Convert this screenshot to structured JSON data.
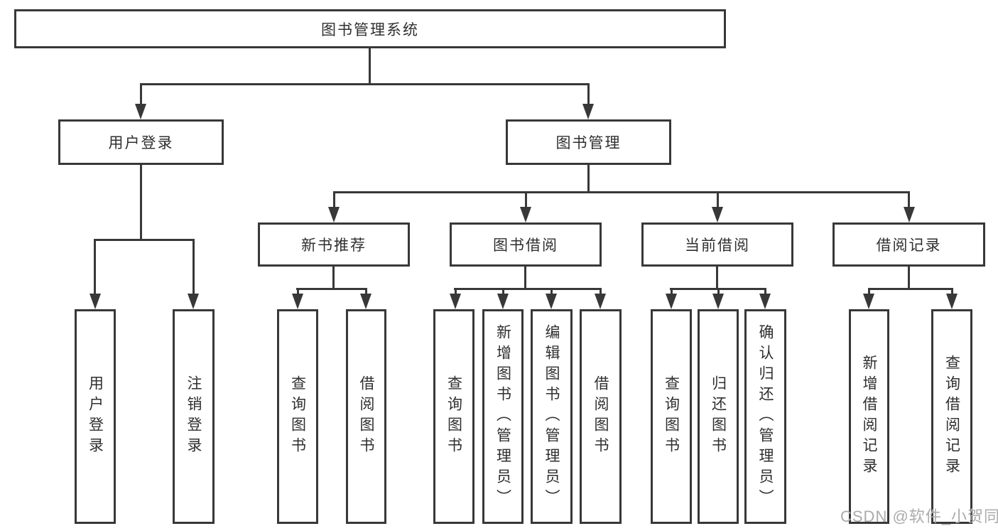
{
  "diagram": {
    "root": "图书管理系统",
    "level2": {
      "user_login": "用户登录",
      "book_mgmt": "图书管理"
    },
    "level3": {
      "new_books": "新书推荐",
      "book_borrow": "图书借阅",
      "current_borrow": "当前借阅",
      "borrow_records": "借阅记录"
    },
    "leaves": {
      "user_login": [
        "用户登录",
        "注销登录"
      ],
      "new_books": [
        "查询图书",
        "借阅图书"
      ],
      "book_borrow": [
        "查询图书",
        "新增图书（管理员）",
        "编辑图书（管理员）",
        "借阅图书"
      ],
      "current_borrow": [
        "查询图书",
        "归还图书",
        "确认归还（管理员）"
      ],
      "borrow_records": [
        "新增借阅记录",
        "查询借阅记录"
      ]
    },
    "watermark": "CSDN @软件_小贺同学",
    "colors": {
      "line": "#383838",
      "text": "#2f2f2f",
      "watermark": "#ababab",
      "background": "#ffffff"
    }
  }
}
